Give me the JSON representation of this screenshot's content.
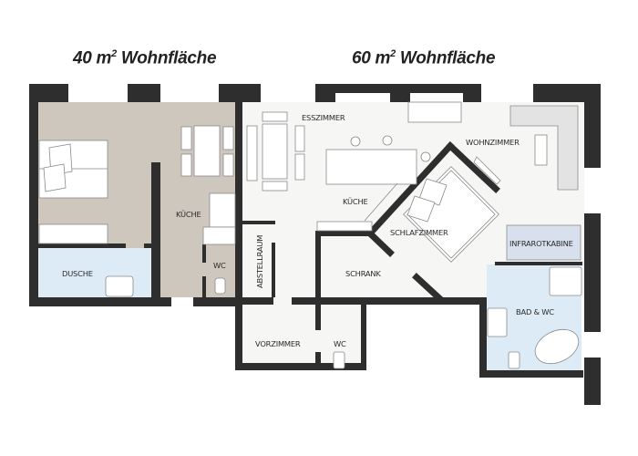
{
  "headings": {
    "left": {
      "area": "40 m",
      "sup": "2",
      "text": " Wohnfläche"
    },
    "right": {
      "area": "60 m",
      "sup": "2",
      "text": " Wohnfläche"
    }
  },
  "colors": {
    "wall": "#2e2e2e",
    "floor_left": "#cdc7bd",
    "floor_right": "#f6f6f5",
    "bath": "#dcebf5",
    "furniture_fill": "#ffffff",
    "sofa_fill": "#e3e3e3",
    "infrared_fill": "#d7e0ec"
  },
  "rooms": {
    "left": {
      "dusche": "DUSCHE",
      "kueche": "KÜCHE",
      "wc": "WC"
    },
    "right": {
      "esszimmer": "ESSZIMMER",
      "wohnzimmer": "WOHNZIMMER",
      "kueche": "KÜCHE",
      "abstellraum": "ABSTELLRAUM",
      "schlafzimmer": "SCHLAFZIMMER",
      "infrarotkabine": "INFRAROTKABINE",
      "schrank": "SCHRANK",
      "bad_wc": "BAD & WC",
      "vorzimmer": "VORZIMMER",
      "wc": "WC"
    }
  }
}
